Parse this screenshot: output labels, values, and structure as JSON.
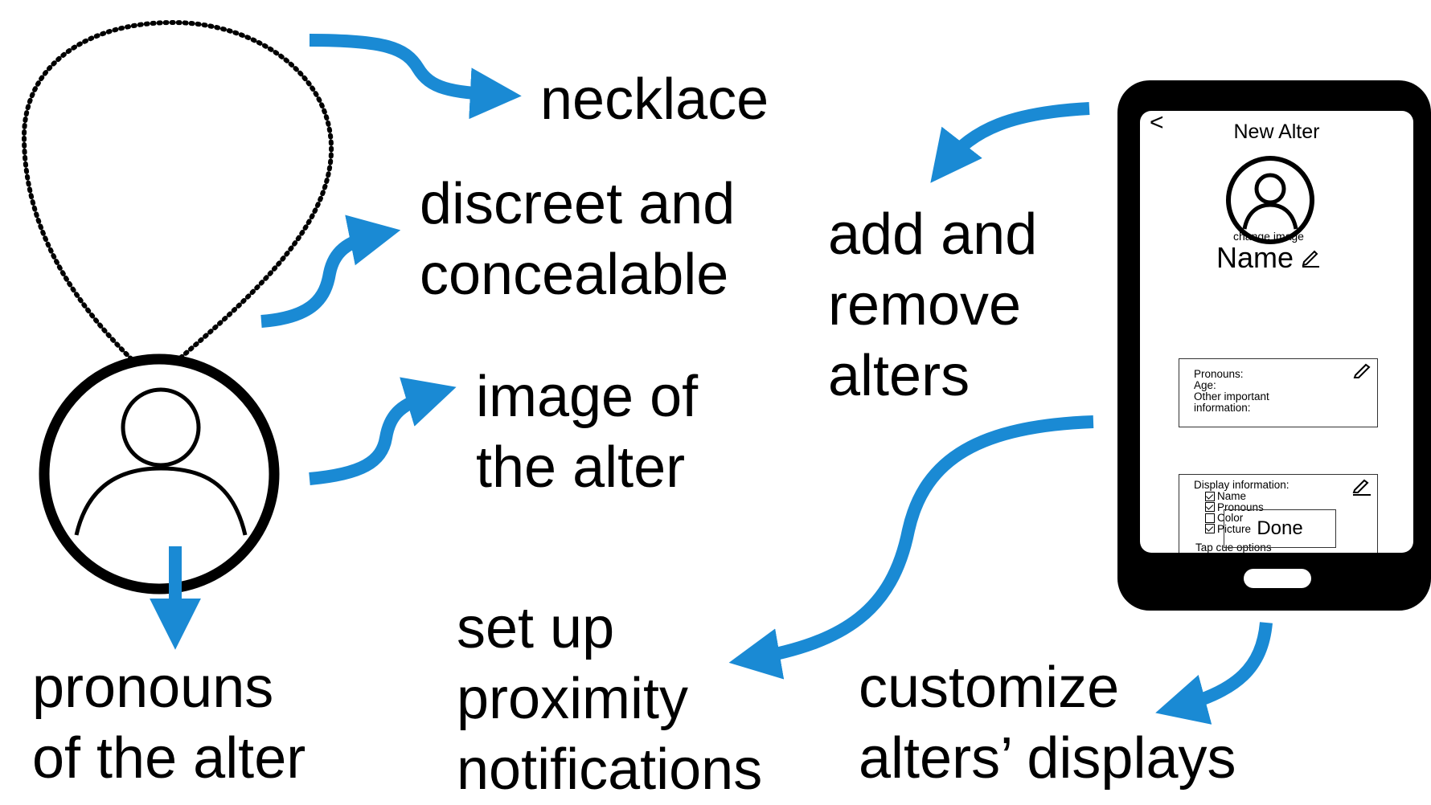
{
  "labels": {
    "necklace": "necklace",
    "discreet": [
      "discreet  and",
      "concealable"
    ],
    "image": [
      "image  of",
      "the alter"
    ],
    "pronouns": [
      "pronouns",
      "of the alter"
    ],
    "add": [
      "add  and",
      "remove",
      "alters"
    ],
    "setup": [
      "set up",
      "proximity",
      "notifications"
    ],
    "customize": [
      "customize",
      "alters’ displays"
    ]
  },
  "app": {
    "back_glyph": "<",
    "title": "New Alter",
    "change_image": "change image",
    "name": "Name",
    "info_lines": [
      "Pronouns:",
      "Age:",
      "Other important",
      "information:"
    ],
    "display_title": "Display information:",
    "display_options": [
      {
        "label": "Name",
        "checked": true
      },
      {
        "label": "Pronouns",
        "checked": true
      },
      {
        "label": "Color",
        "checked": false
      },
      {
        "label": "Picture",
        "checked": true
      }
    ],
    "tap_cue": "Tap cue options",
    "done": "Done",
    "nav_icons": [
      "contacts-book-icon",
      "person-icon",
      "edit-pencil-icon"
    ]
  },
  "colors": {
    "arrow": "#1a8ad4",
    "outline": "#000000"
  }
}
